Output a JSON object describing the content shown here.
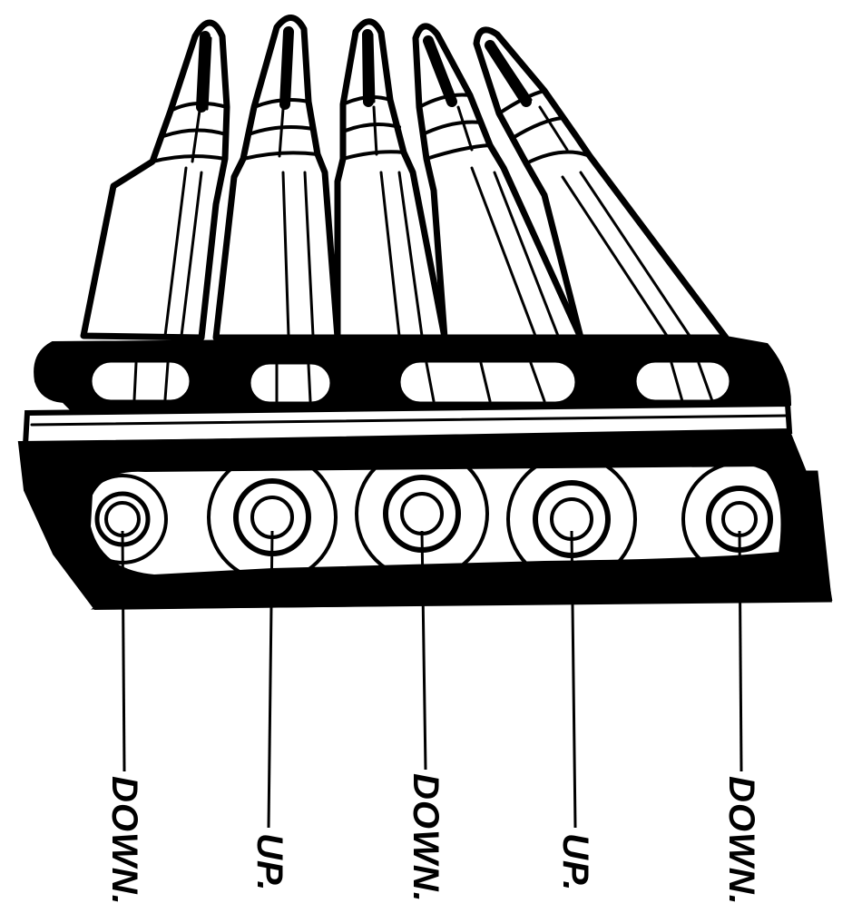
{
  "figure": {
    "subject": "five-round cartridge charger clip, base view",
    "line_color": "#000000",
    "background_color": "#ffffff"
  },
  "callouts": [
    {
      "label": "DOWN."
    },
    {
      "label": "UP."
    },
    {
      "label": "DOWN."
    },
    {
      "label": "UP."
    },
    {
      "label": "DOWN."
    }
  ]
}
